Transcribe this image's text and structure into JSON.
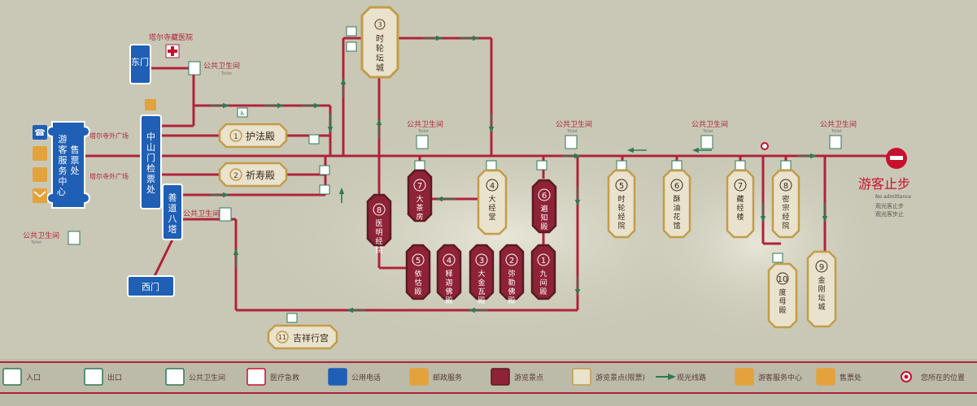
{
  "colors": {
    "background": "#c9c8b6",
    "route": "#b0233a",
    "arrow": "#2f7a55",
    "blue_sign": "#1f5fb5",
    "red_hall": "#8e2236",
    "cream_hall": "#e9e2cd",
    "gold": "#c39c4a",
    "stop_red": "#c8102e"
  },
  "visitor_center": {
    "lines": [
      "游客服务中心",
      "售票处"
    ],
    "services": [
      "phone-icon",
      "info-people-icon",
      "handshake-icon",
      "mail-icon"
    ]
  },
  "gates": {
    "east": "东门",
    "west": "西门",
    "middle_lines": [
      "中山门检票处"
    ],
    "shandao_lines": [
      "善道八塔"
    ]
  },
  "hospital": "塔尔寺藏医院",
  "plaza": "塔尔寺外广场",
  "toilet": {
    "cn": "公共卫生间",
    "en": "Toilet"
  },
  "halls_gold_pill": [
    {
      "num": "1",
      "name": "护法殿"
    },
    {
      "num": "2",
      "name": "祈寿殿"
    },
    {
      "num": "11",
      "name": "吉祥行宫"
    }
  ],
  "top_tall": {
    "num": "3",
    "name": "时轮坛城"
  },
  "red_halls_top": [
    {
      "num": "7",
      "name": "大茶房"
    },
    {
      "num": "6",
      "name": "遍知殿"
    },
    {
      "num": "8",
      "name": "医明经院"
    }
  ],
  "cream_main": {
    "num": "4",
    "name": "大经堂"
  },
  "red_halls_bottom": [
    {
      "num": "5",
      "name": "依怙殿"
    },
    {
      "num": "4",
      "name": "释迦佛殿"
    },
    {
      "num": "3",
      "name": "大金瓦殿"
    },
    {
      "num": "2",
      "name": "弥勒佛殿"
    },
    {
      "num": "1",
      "name": "九间殿"
    }
  ],
  "cream_halls_right": [
    {
      "num": "5",
      "name": "时轮经院"
    },
    {
      "num": "6",
      "name": "酥油花馆"
    },
    {
      "num": "7",
      "name": "藏经楼"
    },
    {
      "num": "8",
      "name": "密宗经院"
    }
  ],
  "cream_halls_bottom_right": [
    {
      "num": "10",
      "name": "度母殿"
    },
    {
      "num": "9",
      "name": "金刚坛城"
    }
  ],
  "stop": {
    "title": "游客止步",
    "en": "No admittance",
    "line2": "观光客止步",
    "line3": "观光客步止"
  },
  "legend": [
    {
      "icon": "entrance-icon",
      "text": "入口"
    },
    {
      "icon": "exit-icon",
      "text": "出口"
    },
    {
      "icon": "toilet-icon",
      "text": "公共卫生间"
    },
    {
      "icon": "medical-icon",
      "text": "医疗急救"
    },
    {
      "icon": "phone-icon",
      "text": "公用电话"
    },
    {
      "icon": "mail-icon",
      "text": "邮政服务"
    },
    {
      "icon": "red-hall-icon",
      "text": "游览景点"
    },
    {
      "icon": "cream-hall-icon",
      "text": "游览景点(限票)"
    },
    {
      "icon": "route-arrow-icon",
      "text": "观光线路"
    },
    {
      "icon": "service-center-icon",
      "text": "游客服务中心"
    },
    {
      "icon": "ticket-icon",
      "text": "售票处"
    },
    {
      "icon": "you-are-here-icon",
      "text": "您所在的位置"
    }
  ]
}
